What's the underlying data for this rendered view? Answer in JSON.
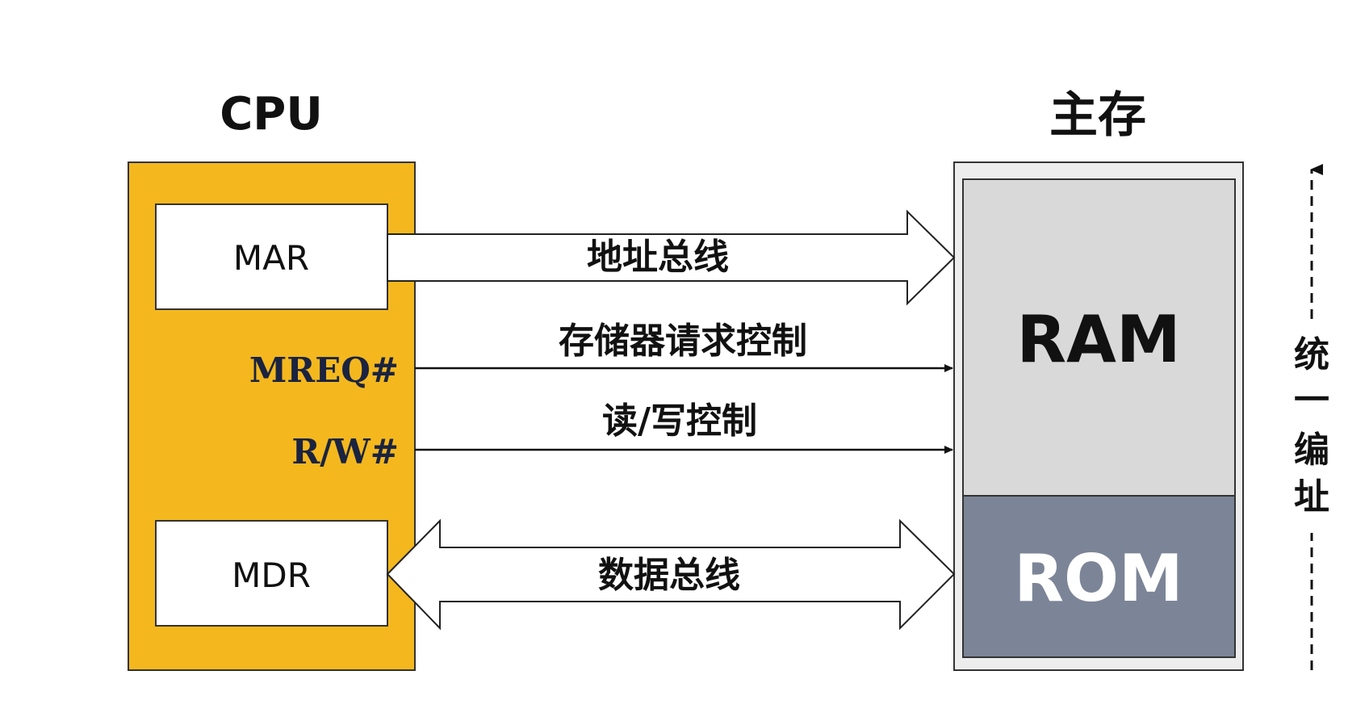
{
  "cpu": {
    "title": "CPU",
    "color": "#F4B81E",
    "registers": {
      "mar": "MAR",
      "mdr": "MDR"
    },
    "signals": {
      "mreq": "MREQ#",
      "rw": "R/W#"
    },
    "signal_color": "#1A2340"
  },
  "memory": {
    "title": "主存",
    "ram": {
      "label": "RAM",
      "color": "#D9D9D9"
    },
    "rom": {
      "label": "ROM",
      "color": "#7C8597"
    }
  },
  "buses": {
    "address": "地址总线",
    "mem_request": "存储器请求控制",
    "rw_control": "读/写控制",
    "data": "数据总线"
  },
  "side_label": [
    "统",
    "一",
    "编",
    "址"
  ]
}
